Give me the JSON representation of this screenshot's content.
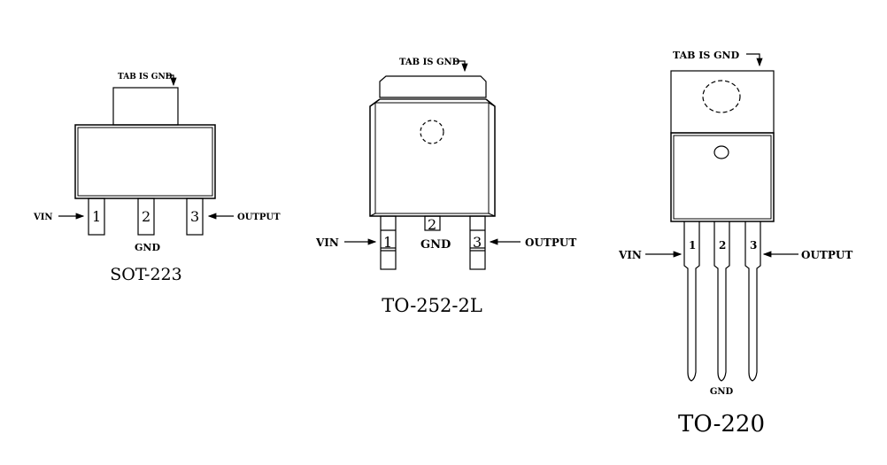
{
  "packages": [
    {
      "name": "SOT-223",
      "tab_label": "TAB IS GND",
      "pins": [
        {
          "number": "1",
          "label": "VIN"
        },
        {
          "number": "2",
          "label": "GND"
        },
        {
          "number": "3",
          "label": "OUTPUT"
        }
      ]
    },
    {
      "name": "TO-252-2L",
      "tab_label": "TAB IS GND",
      "pins": [
        {
          "number": "1",
          "label": "VIN"
        },
        {
          "number": "2",
          "label": "GND"
        },
        {
          "number": "3",
          "label": "OUTPUT"
        }
      ]
    },
    {
      "name": "TO-220",
      "tab_label": "TAB IS GND",
      "pins": [
        {
          "number": "1",
          "label": "VIN"
        },
        {
          "number": "2",
          "label": "GND"
        },
        {
          "number": "3",
          "label": "OUTPUT"
        }
      ]
    }
  ],
  "colors": {
    "stroke": "#000000",
    "background": "#ffffff"
  }
}
